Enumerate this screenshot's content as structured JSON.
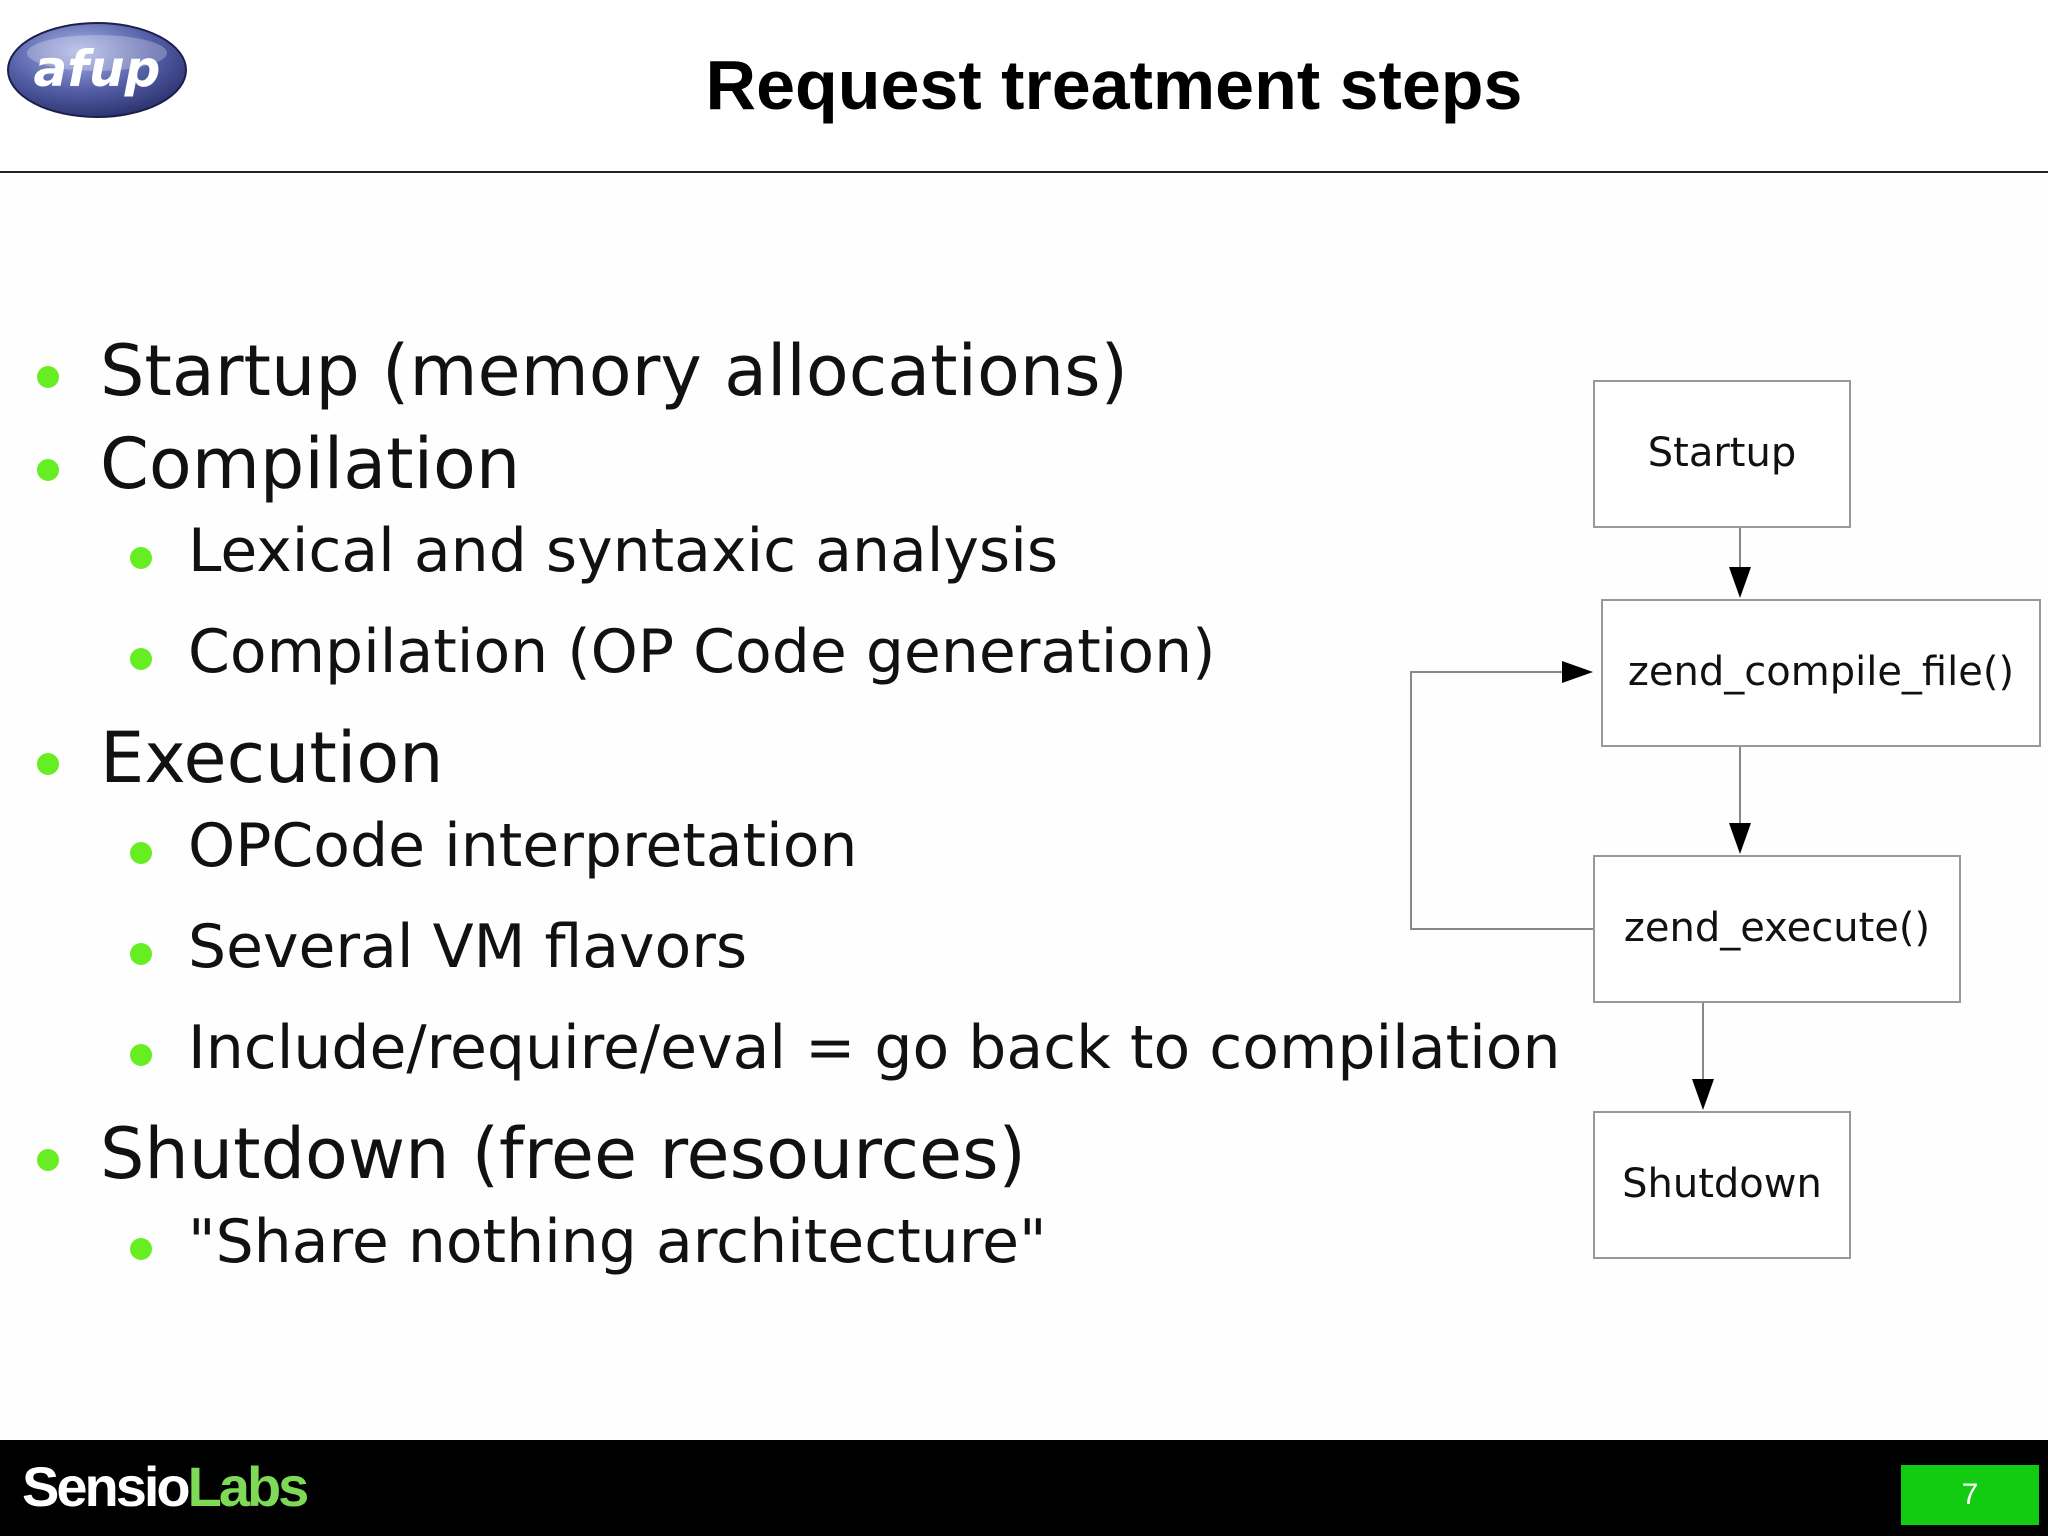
{
  "header": {
    "logo_text": "afup",
    "title": "Request treatment steps"
  },
  "bullets": [
    {
      "text": "Startup (memory allocations)",
      "level": 1
    },
    {
      "text": "Compilation",
      "level": 1
    },
    {
      "text": "Lexical and syntaxic analysis",
      "level": 2
    },
    {
      "text": "Compilation (OP Code generation)",
      "level": 2
    },
    {
      "text": "Execution",
      "level": 1
    },
    {
      "text": "OPCode interpretation",
      "level": 2
    },
    {
      "text": "Several VM flavors",
      "level": 2
    },
    {
      "text": "Include/require/eval = go back to compilation",
      "level": 2
    },
    {
      "text": "Shutdown (free resources)",
      "level": 1
    },
    {
      "text": "\"Share nothing architecture\"",
      "level": 2
    }
  ],
  "diagram": {
    "nodes": [
      {
        "id": "startup",
        "label": "Startup"
      },
      {
        "id": "compile",
        "label": "zend_compile_file()"
      },
      {
        "id": "execute",
        "label": "zend_execute()"
      },
      {
        "id": "shutdown",
        "label": "Shutdown"
      }
    ],
    "edges": [
      {
        "from": "startup",
        "to": "compile"
      },
      {
        "from": "compile",
        "to": "execute"
      },
      {
        "from": "execute",
        "to": "compile"
      },
      {
        "from": "execute",
        "to": "shutdown"
      }
    ]
  },
  "footer": {
    "brand_part1": "Sensio",
    "brand_part2": "Labs",
    "page_number": "7"
  },
  "colors": {
    "bullet": "#66ee22",
    "footer_bg": "#000000",
    "page_box": "#11cc11",
    "brand_accent": "#7ed957"
  }
}
